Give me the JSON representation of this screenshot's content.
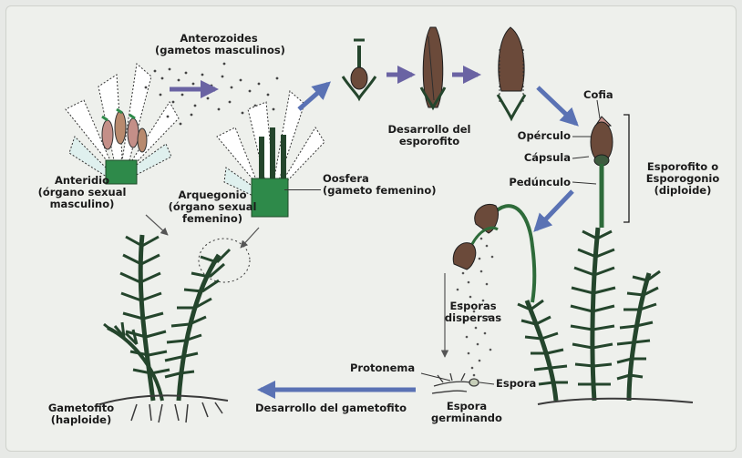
{
  "labels": {
    "anterozoides": "Anterozoides",
    "gametos_masculinos": "(gametos masculinos)",
    "anteridio_1": "Anteridio",
    "anteridio_2": "(órgano sexual",
    "anteridio_3": "masculino)",
    "arquegonio_1": "Arquegonio",
    "arquegonio_2": "(órgano sexual",
    "arquegonio_3": "femenino)",
    "oosfera_1": "Oosfera",
    "oosfera_2": "(gameto femenino)",
    "desarrollo_esporofito_1": "Desarrollo del",
    "desarrollo_esporofito_2": "esporofito",
    "cofia": "Cofia",
    "operculo": "Opérculo",
    "capsula": "Cápsula",
    "pedunculo": "Pedúnculo",
    "esporofito_1": "Esporofito o",
    "esporofito_2": "Esporogonio",
    "esporofito_3": "(diploide)",
    "esporas_1": "Esporas",
    "esporas_2": "dispersas",
    "protonema": "Protonema",
    "espora": "Espora",
    "espora_germinando_1": "Espora",
    "espora_germinando_2": "germinando",
    "desarrollo_gametofito": "Desarrollo del gametofito",
    "gametofito_1": "Gametofito",
    "gametofito_2": "(haploide)"
  },
  "colors": {
    "background": "#eef0ec",
    "moss_dark": "#24452c",
    "moss_green": "#2f6b3a",
    "stem_green": "#2e8a4a",
    "capsule_brown": "#6b4a3a",
    "arrow_purple": "#6a63a3",
    "arrow_blue": "#5a72b4",
    "text": "#1b1b1b"
  }
}
